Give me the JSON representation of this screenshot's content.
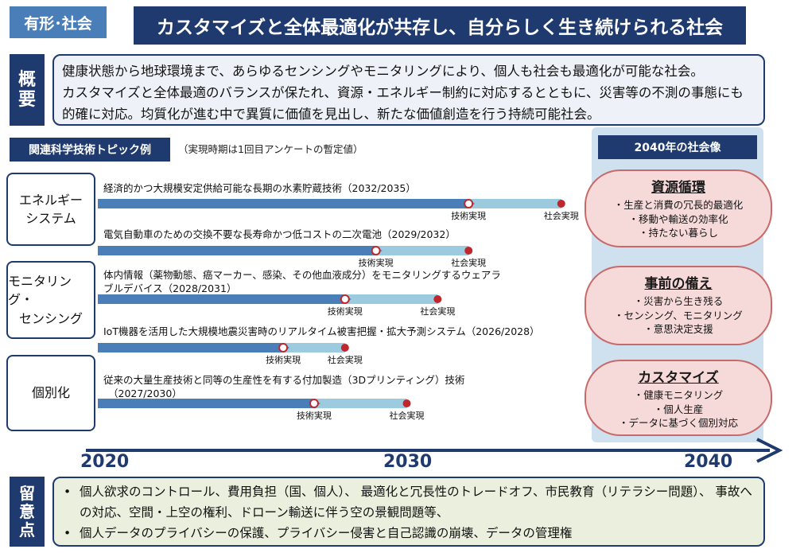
{
  "header": {
    "tag": "有形･社会",
    "title": "カスタマイズと全体最適化が共存し、自分らしく生き続けられる社会"
  },
  "overview": {
    "label": [
      "概",
      "要"
    ],
    "lines": [
      "健康状態から地球環境まで、あらゆるセンシングやモニタリングにより、個人も社会も最適化が可能な社会。",
      "カスタマイズと全体最適のバランスが保たれ、資源・エネルギー制約に対応するとともに、災害等の不測の事態にも的確に対応。均質化が進む中で異質に価値を見出し、新たな価値創造を行う持続可能社会。"
    ]
  },
  "topics": {
    "title": "関連科学技術トピック例",
    "note": "（実現時期は1回目アンケートの暫定値）"
  },
  "categories": [
    {
      "lines": [
        "エネルギー",
        "システム"
      ]
    },
    {
      "lines": [
        "モニタリング・",
        "センシング"
      ]
    },
    {
      "lines": [
        "個別化"
      ]
    }
  ],
  "timeline": {
    "start_year": 2020,
    "end_year": 2040,
    "milestone_tech": "技術実現",
    "milestone_social": "社会実現",
    "items": [
      {
        "text": [
          "経済的かつ大規模安定供給可能な長期の水素貯蔵技術（2032/2035）"
        ],
        "tech_year": 2032,
        "social_year": 2035
      },
      {
        "text": [
          "電気自動車のための交換不要な長寿命かつ低コストの二次電池（2029/2032）"
        ],
        "tech_year": 2029,
        "social_year": 2032
      },
      {
        "text": [
          "体内情報（薬物動態、癌マーカー、感染、その他血液成分）をモニタリングするウェアラ",
          "ブルデバイス（2028/2031）"
        ],
        "tech_year": 2028,
        "social_year": 2031
      },
      {
        "text": [
          "IoT機器を活用した大規模地震災害時のリアルタイム被害把握・拡大予測システム（2026/2028）"
        ],
        "tech_year": 2026,
        "social_year": 2028
      },
      {
        "text": [
          "従来の大量生産技術と同等の生産性を有する付加製造（3Dプリンティング）技術",
          "（2027/2030）"
        ],
        "tech_year": 2027,
        "social_year": 2030
      }
    ]
  },
  "axis": {
    "years": [
      "2020",
      "2030",
      "2040"
    ]
  },
  "future": {
    "title": "2040年の社会像",
    "boxes": [
      {
        "title": "資源循環",
        "items": [
          "・生産と消費の冗長的最適化",
          "・移動や輸送の効率化",
          "・持たない暮らし"
        ]
      },
      {
        "title": "事前の備え",
        "items": [
          "・災害から生き残る",
          "・センシング、モニタリング",
          "・意思決定支援"
        ]
      },
      {
        "title": "カスタマイズ",
        "items": [
          "・健康モニタリング",
          "・個人生産",
          "・データに基づく個別対応"
        ]
      }
    ]
  },
  "remarks": {
    "label": [
      "留",
      "意",
      "点"
    ],
    "bullets": [
      "個人欲求のコントロール、費用負担（国、個人）、 最適化と冗長性のトレードオフ、市民教育（リテラシー問題）、 事故への対応、空間・上空の権利、ドローン輸送に伴う空の景観問題等、",
      "個人データのプライバシーの保護、プライバシー侵害と自己認識の崩壊、データの管理権"
    ]
  },
  "colors": {
    "navy": "#1f3a6e",
    "tag_blue": "#4a7eb8",
    "tech_bar": "#4a7eb8",
    "social_bar": "#9ccbe0",
    "milestone_red": "#c0272d",
    "future_fill": "#f6dada",
    "remarks_fill": "#eaf0dd"
  }
}
